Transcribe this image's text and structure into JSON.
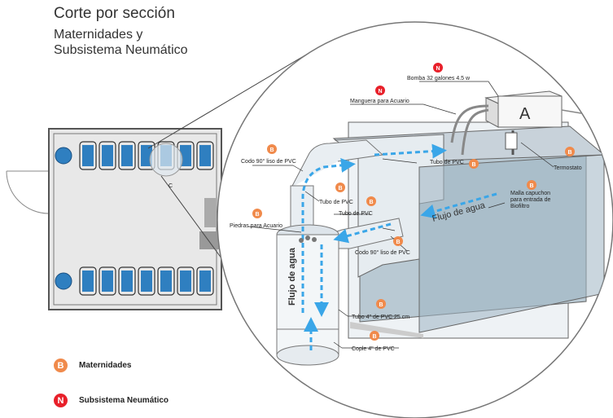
{
  "title": "Corte por sección",
  "subtitle": "Maternidades y\nSubsistema Neumático",
  "colors": {
    "maternidades": "#f08a4b",
    "neumatico": "#e8202a",
    "water": "#3aa6e8",
    "tank": "#2f7fc0"
  },
  "floorplan": {
    "marker": "C"
  },
  "legend": [
    {
      "badge": "B",
      "label": "Maternidades",
      "color": "#f08a4b"
    },
    {
      "badge": "N",
      "label": "Subsistema Neumático",
      "color": "#e8202a"
    }
  ],
  "labels": {
    "bomba": "Bomba 32 galones 4.5 w",
    "manguera": "Manguera para Acuario",
    "codo_top": "Codo 90° liso de PVC",
    "tubo_top": "Tubo de PVC",
    "termostato": "Termostato",
    "malla": "Malla capuchon\npara entrada de\nBiofiltro",
    "tubo_mid": "Tubo de PVC",
    "tubo_mid2": "Tubo de PVC",
    "piedras": "Piedras para Acuario",
    "codo_bottom": "Codo 90° liso de PVC",
    "tubo_4": "Tubo 4\" de PVC 25 cm",
    "cople": "Cople 4\" de PVC",
    "flujo_tank": "Flujo de agua",
    "flujo_pipe": "Flujo de agua",
    "box_letter": "A"
  },
  "badges": {
    "B": "B",
    "N": "N"
  }
}
